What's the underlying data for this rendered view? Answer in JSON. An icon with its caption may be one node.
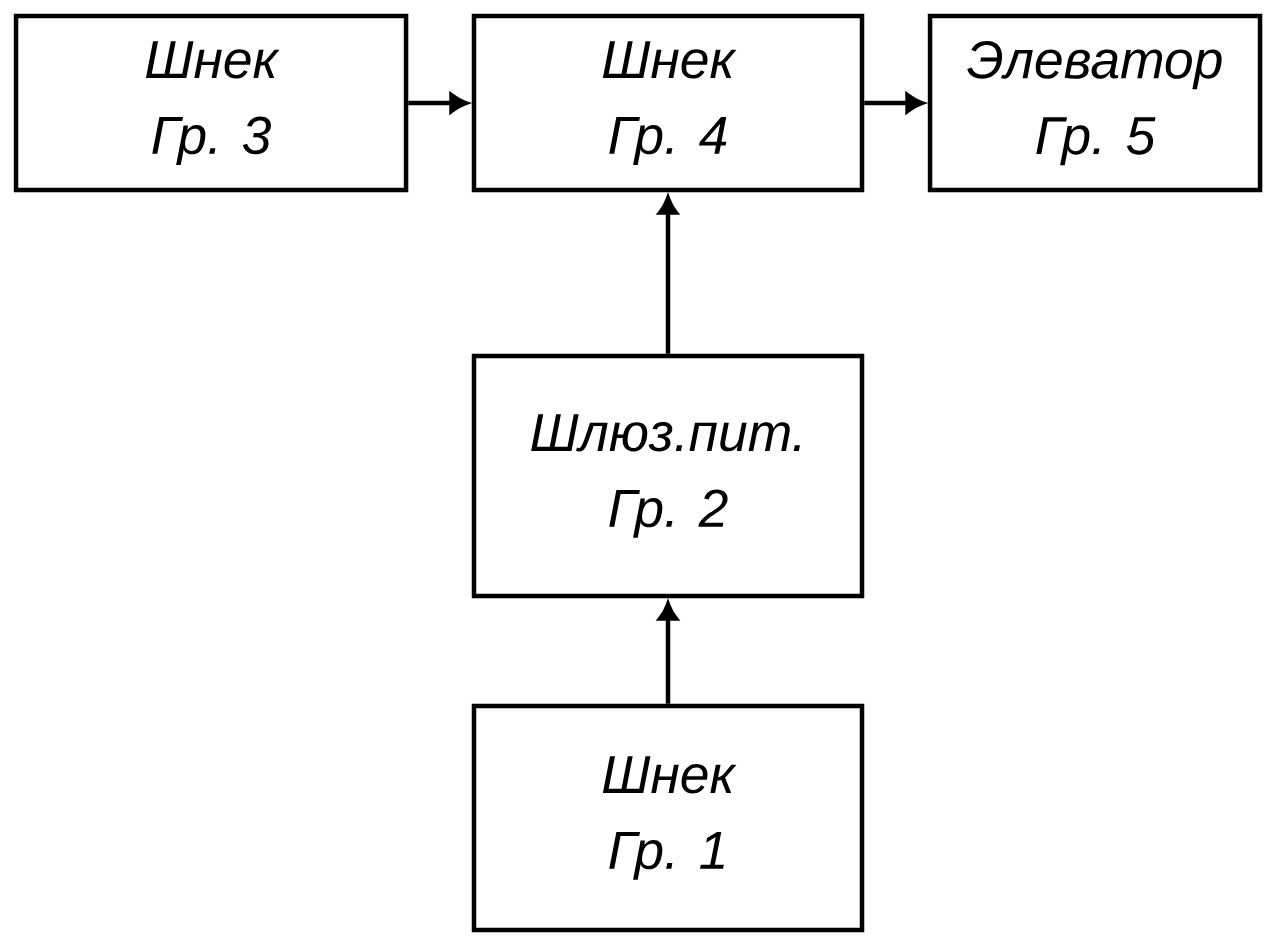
{
  "diagram": {
    "nodes": [
      {
        "text": [
          "Шнек",
          "Гр. 3"
        ]
      },
      {
        "text": [
          "Шнек",
          "Гр. 4"
        ]
      },
      {
        "text": [
          "Элеватор",
          "Гр. 5"
        ]
      },
      {
        "text": [
          "Шлюз.пит.",
          "Гр. 2"
        ]
      },
      {
        "text": [
          "Шнек",
          "Гр. 1"
        ]
      }
    ],
    "edges": [
      {
        "from": 0,
        "to": 1,
        "arrow": "to"
      },
      {
        "from": 1,
        "to": 2,
        "arrow": "to"
      },
      {
        "from": 3,
        "to": 1,
        "arrow": "to"
      },
      {
        "from": 4,
        "to": 3,
        "arrow": "to"
      }
    ]
  }
}
